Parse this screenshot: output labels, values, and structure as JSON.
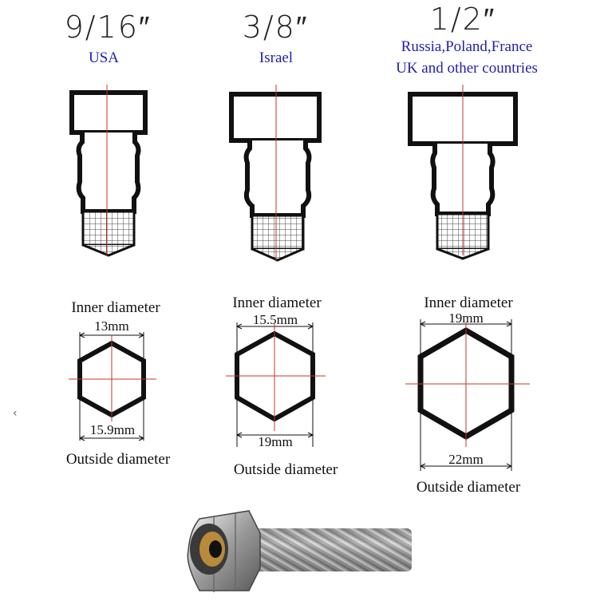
{
  "fittings": [
    {
      "size": "9/16″",
      "countries": [
        "USA"
      ],
      "inner_label": "Inner diameter",
      "inner_value": "13mm",
      "outer_value": "15.9mm",
      "outer_label": "Outside diameter"
    },
    {
      "size": "3/8″",
      "countries": [
        "Israel"
      ],
      "inner_label": "Inner diameter",
      "inner_value": "15.5mm",
      "outer_value": "19mm",
      "outer_label": "Outside diameter"
    },
    {
      "size": "1/2″",
      "countries": [
        "Russia,Poland,France",
        "UK and other countries"
      ],
      "inner_label": "Inner diameter",
      "inner_value": "19mm",
      "outer_value": "22mm",
      "outer_label": "Outside diameter"
    }
  ],
  "nav_icon": "chevron-left-icon",
  "colors": {
    "country_text": "#1f1fb0",
    "centerline": "#c0392b"
  }
}
